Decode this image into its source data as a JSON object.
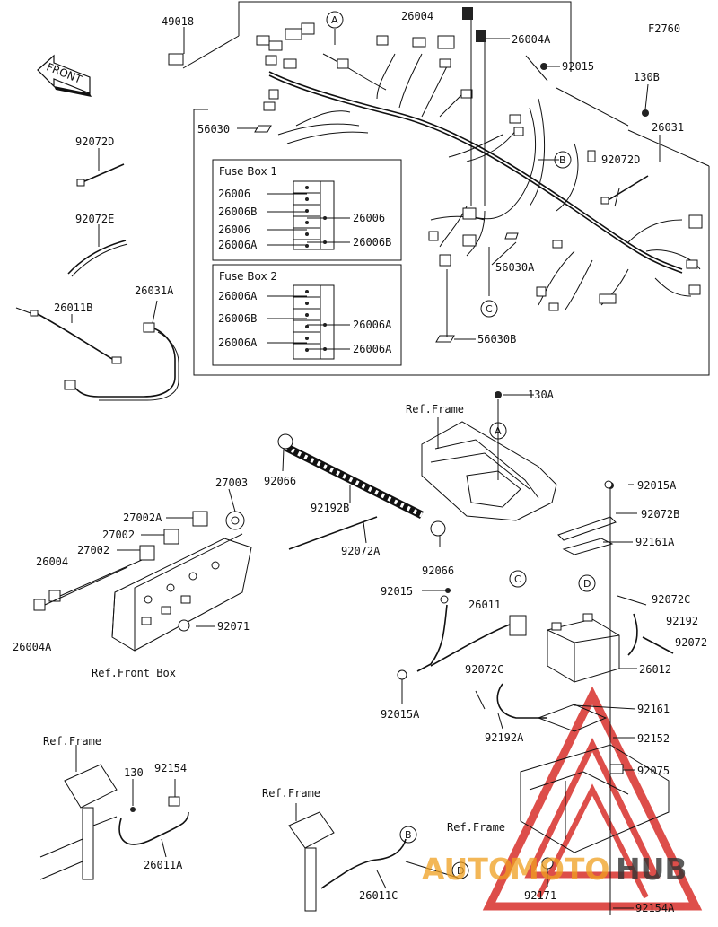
{
  "figure_code": "F2760",
  "front_arrow": "FRONT",
  "refs": {
    "frame1": "Ref.Frame",
    "frame2": "Ref.Frame",
    "frame3": "Ref.Frame",
    "frame4": "Ref.Frame",
    "front_box": "Ref.Front Box"
  },
  "callouts": {
    "a1": "A",
    "a2": "A",
    "b1": "B",
    "b2": "B",
    "c1": "C",
    "c2": "C",
    "d1": "D",
    "d2": "D"
  },
  "fuse_box_1": {
    "title": "Fuse Box 1",
    "left": [
      "26006",
      "26006B",
      "26006",
      "26006A"
    ],
    "right": [
      "26006",
      "26006B"
    ]
  },
  "fuse_box_2": {
    "title": "Fuse Box 2",
    "left": [
      "26006A",
      "26006B",
      "26006A"
    ],
    "right": [
      "26006A",
      "26006A"
    ]
  },
  "parts": {
    "p49018": "49018",
    "p26004_top": "26004",
    "p26004A_top": "26004A",
    "p92015": "92015",
    "p130B": "130B",
    "p26031": "26031",
    "p92072D_r": "92072D",
    "p56030": "56030",
    "p56030A": "56030A",
    "p56030B": "56030B",
    "p92072D_l": "92072D",
    "p92072E": "92072E",
    "p26011B": "26011B",
    "p26031A": "26031A",
    "p130A": "130A",
    "p27003": "27003",
    "p92066_1": "92066",
    "p92192B": "92192B",
    "p27002A": "27002A",
    "p27002_1": "27002",
    "p27002_2": "27002",
    "p26004_l": "26004",
    "p26004A_l": "26004A",
    "p92072A": "92072A",
    "p92066_2": "92066",
    "p92071": "92071",
    "p92015A_top": "92015A",
    "p92072B": "92072B",
    "p92161A": "92161A",
    "p92015_mid": "92015",
    "p26011": "26011",
    "p92072C_r": "92072C",
    "p92192": "92192",
    "p92072": "92072",
    "p26012": "26012",
    "p92072C_m": "92072C",
    "p92015A_b": "92015A",
    "p92161": "92161",
    "p92192A": "92192A",
    "p92152": "92152",
    "p92075": "92075",
    "p130": "130",
    "p92154": "92154",
    "p26011A": "26011A",
    "p26011C": "26011C",
    "p92171": "92171",
    "p92154A": "92154A"
  },
  "watermark": {
    "part1": "AUTO",
    "part2": "MOTO",
    "part3": "HUB",
    "red": "#d8302b",
    "orange": "#f0a020",
    "grey": "#333333"
  }
}
